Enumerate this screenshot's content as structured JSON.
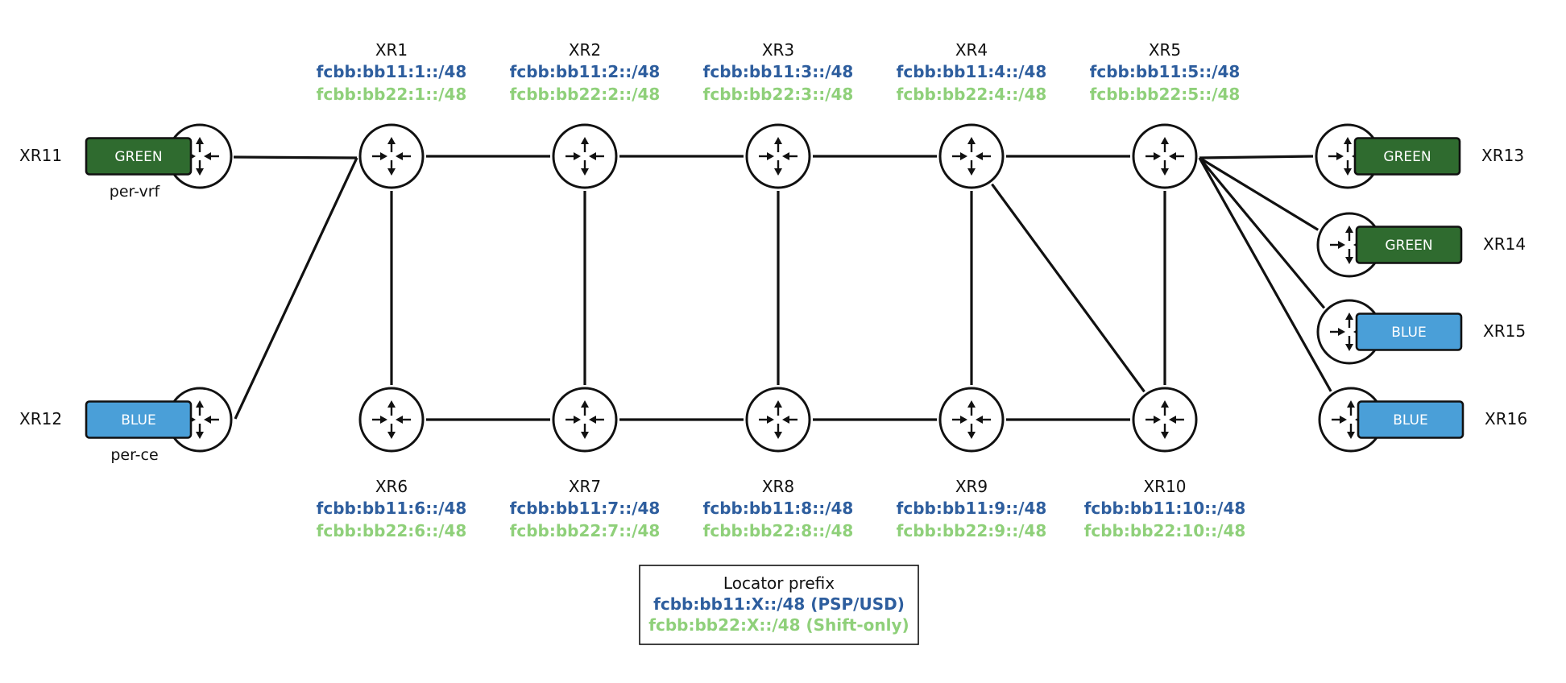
{
  "colors": {
    "bb11": "#2E5E9E",
    "bb22": "#8FD07A",
    "green_vrf": "#2F6B2F",
    "blue_vrf": "#4A9FD8",
    "line": "#111111"
  },
  "core_routers": [
    {
      "name": "XR1",
      "bb11": "fcbb:bb11:1::/48",
      "bb22": "fcbb:bb22:1::/48",
      "label_pos": "above"
    },
    {
      "name": "XR2",
      "bb11": "fcbb:bb11:2::/48",
      "bb22": "fcbb:bb22:2::/48",
      "label_pos": "above"
    },
    {
      "name": "XR3",
      "bb11": "fcbb:bb11:3::/48",
      "bb22": "fcbb:bb22:3::/48",
      "label_pos": "above"
    },
    {
      "name": "XR4",
      "bb11": "fcbb:bb11:4::/48",
      "bb22": "fcbb:bb22:4::/48",
      "label_pos": "above"
    },
    {
      "name": "XR5",
      "bb11": "fcbb:bb11:5::/48",
      "bb22": "fcbb:bb22:5::/48",
      "label_pos": "above"
    },
    {
      "name": "XR6",
      "bb11": "fcbb:bb11:6::/48",
      "bb22": "fcbb:bb22:6::/48",
      "label_pos": "below"
    },
    {
      "name": "XR7",
      "bb11": "fcbb:bb11:7::/48",
      "bb22": "fcbb:bb22:7::/48",
      "label_pos": "below"
    },
    {
      "name": "XR8",
      "bb11": "fcbb:bb11:8::/48",
      "bb22": "fcbb:bb22:8::/48",
      "label_pos": "below"
    },
    {
      "name": "XR9",
      "bb11": "fcbb:bb11:9::/48",
      "bb22": "fcbb:bb22:9::/48",
      "label_pos": "below"
    },
    {
      "name": "XR10",
      "bb11": "fcbb:bb11:10::/48",
      "bb22": "fcbb:bb22:10::/48",
      "label_pos": "below"
    }
  ],
  "edge_routers": [
    {
      "name": "XR11",
      "vrf": "GREEN",
      "side": "left",
      "note": "per-vrf"
    },
    {
      "name": "XR12",
      "vrf": "BLUE",
      "side": "left",
      "note": "per-ce"
    },
    {
      "name": "XR13",
      "vrf": "GREEN",
      "side": "right",
      "note": ""
    },
    {
      "name": "XR14",
      "vrf": "GREEN",
      "side": "right",
      "note": ""
    },
    {
      "name": "XR15",
      "vrf": "BLUE",
      "side": "right",
      "note": ""
    },
    {
      "name": "XR16",
      "vrf": "BLUE",
      "side": "right",
      "note": ""
    }
  ],
  "links": [
    [
      "XR11",
      "XR1"
    ],
    [
      "XR12",
      "XR1"
    ],
    [
      "XR1",
      "XR2"
    ],
    [
      "XR2",
      "XR3"
    ],
    [
      "XR3",
      "XR4"
    ],
    [
      "XR4",
      "XR5"
    ],
    [
      "XR6",
      "XR7"
    ],
    [
      "XR7",
      "XR8"
    ],
    [
      "XR8",
      "XR9"
    ],
    [
      "XR9",
      "XR10"
    ],
    [
      "XR1",
      "XR6"
    ],
    [
      "XR2",
      "XR7"
    ],
    [
      "XR3",
      "XR8"
    ],
    [
      "XR4",
      "XR9"
    ],
    [
      "XR5",
      "XR10"
    ],
    [
      "XR4",
      "XR10"
    ],
    [
      "XR5",
      "XR13"
    ],
    [
      "XR5",
      "XR14"
    ],
    [
      "XR5",
      "XR15"
    ],
    [
      "XR5",
      "XR16"
    ]
  ],
  "legend": {
    "title": "Locator prefix",
    "line1": "fcbb:bb11:X::/48 (PSP/USD)",
    "line2": "fcbb:bb22:X::/48 (Shift-only)"
  }
}
